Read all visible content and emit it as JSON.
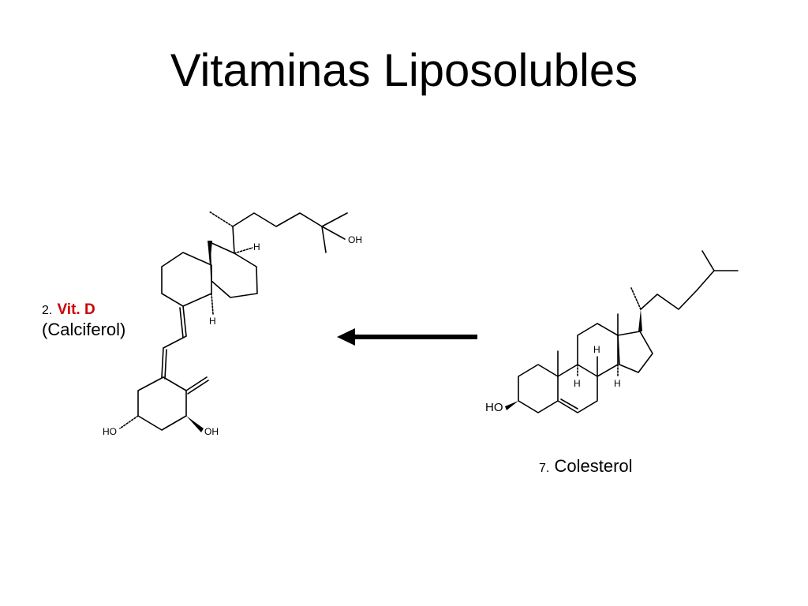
{
  "slide": {
    "title": "Vitaminas Liposolubles"
  },
  "compounds": {
    "vitamin_d": {
      "number": "2.",
      "name": "Vit. D",
      "common_name": "(Calciferol)",
      "name_color": "#cc0000",
      "atom_labels": [
        "OH",
        "H",
        "H",
        "HO",
        "OH"
      ]
    },
    "cholesterol": {
      "number": "7.",
      "name": "Colesterol",
      "atom_labels": [
        "H",
        "H",
        "H",
        "HO"
      ]
    }
  },
  "arrow": {
    "icon": "left-arrow-icon",
    "color": "#000000"
  }
}
